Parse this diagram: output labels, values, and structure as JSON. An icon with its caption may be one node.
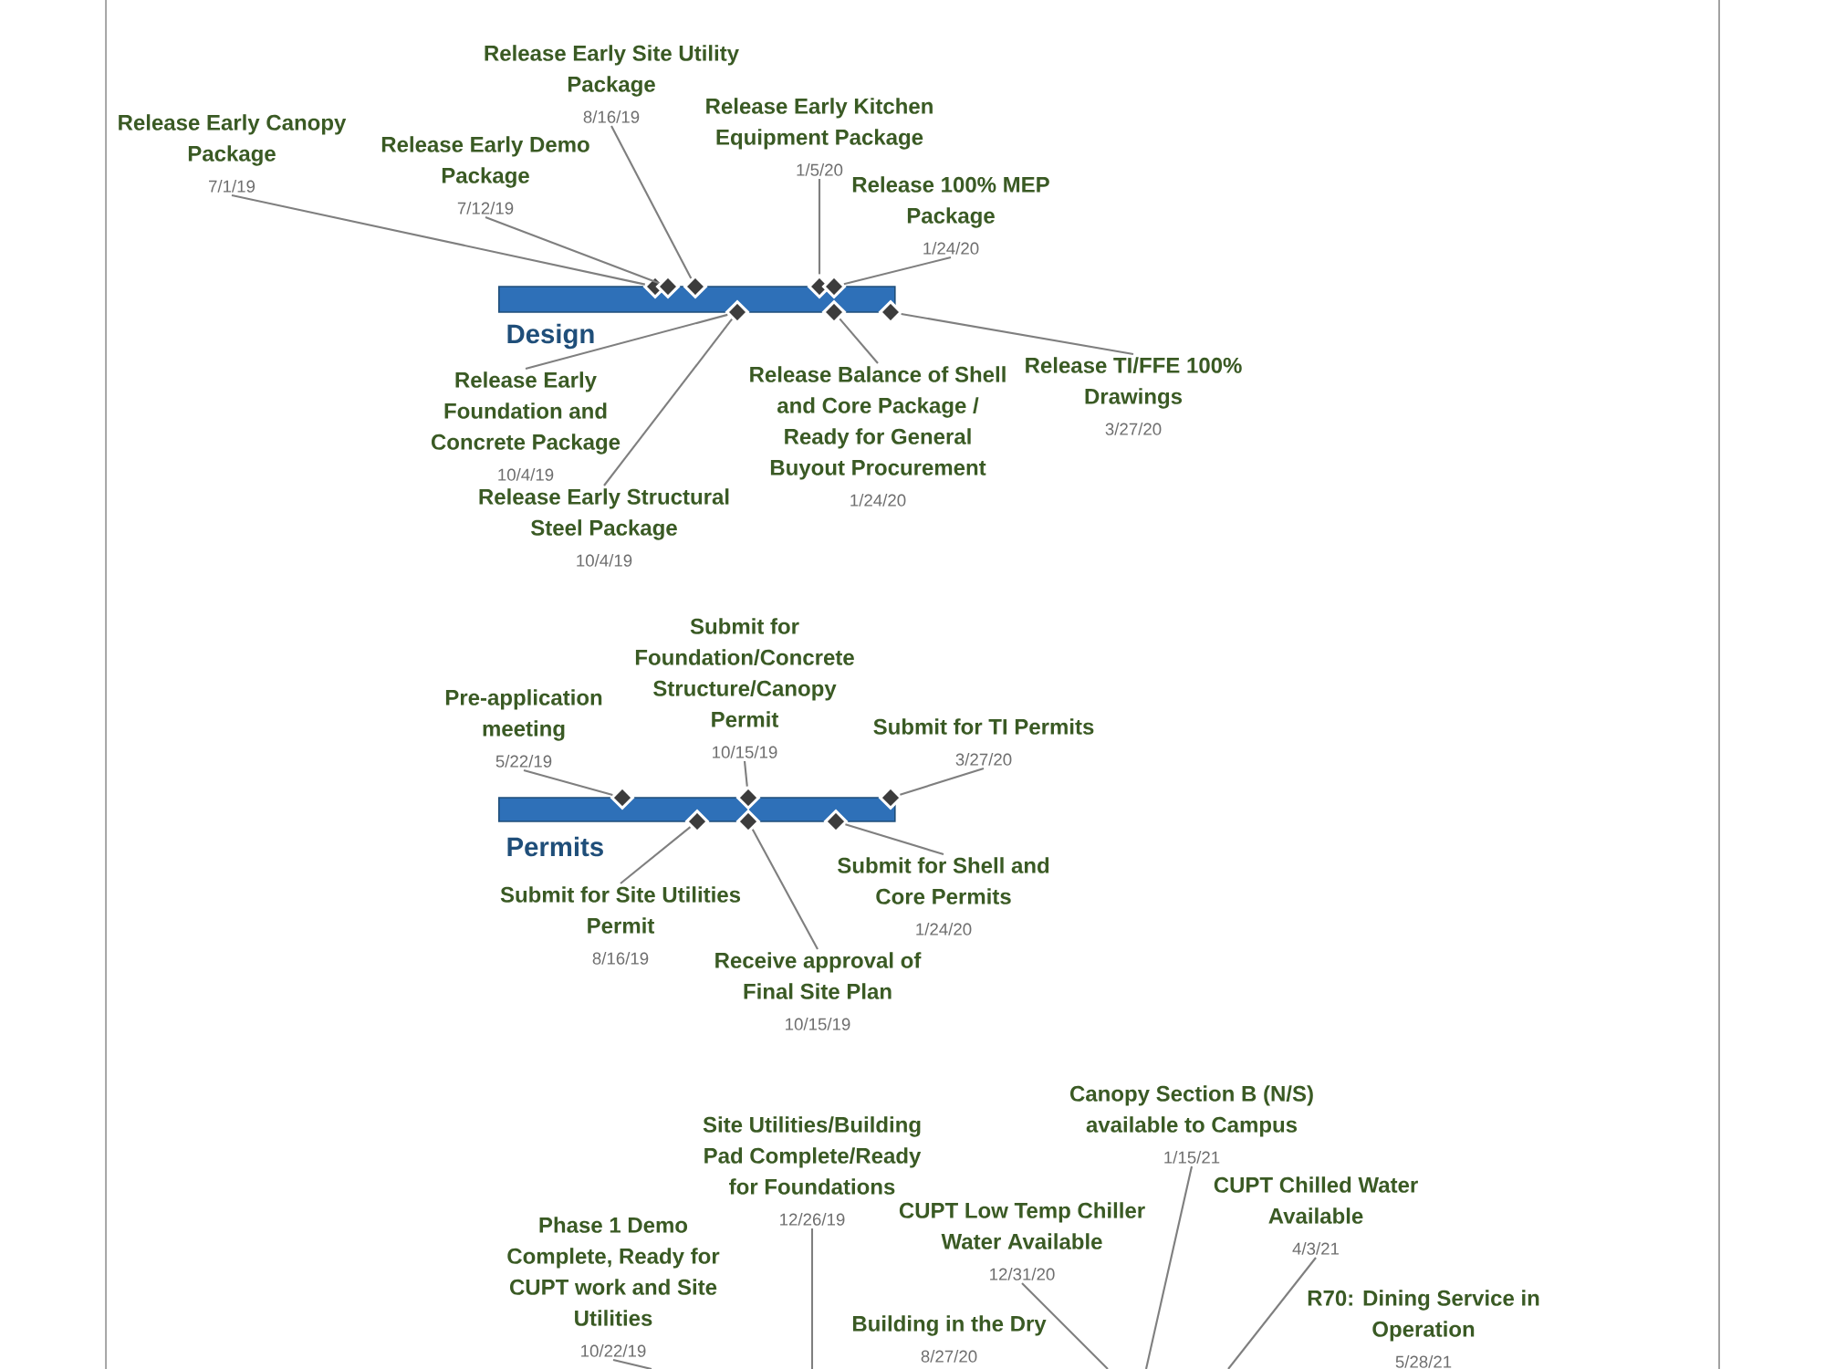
{
  "diagram": {
    "nodes": [
      {
        "text": [
          "Design"
        ]
      },
      {
        "text": [
          "Release Early Canopy Package",
          "7/1/19"
        ]
      },
      {
        "text": [
          "Release Early Site Utility Package",
          "8/16/19"
        ]
      },
      {
        "text": [
          "Release Early Demo Package",
          "7/12/19"
        ]
      },
      {
        "text": [
          "Release Early Kitchen Equipment Package",
          "1/5/20"
        ]
      },
      {
        "text": [
          "Release 100% MEP Package",
          "1/24/20"
        ]
      },
      {
        "text": [
          "Release Early Foundation and Concrete Package",
          "10/4/19"
        ]
      },
      {
        "text": [
          "Release Early Structural Steel Package",
          "10/4/19"
        ]
      },
      {
        "text": [
          "Release Balance of Shell and Core Package / Ready for General Buyout Procurement",
          "1/24/20"
        ]
      },
      {
        "text": [
          "Release TI/FFE 100% Drawings",
          "3/27/20"
        ]
      },
      {
        "text": [],
        "shape": "diamond"
      },
      {
        "text": [],
        "shape": "diamond"
      },
      {
        "text": [],
        "shape": "diamond"
      },
      {
        "text": [],
        "shape": "diamond"
      },
      {
        "text": [],
        "shape": "diamond"
      },
      {
        "text": [],
        "shape": "diamond"
      },
      {
        "text": [],
        "shape": "diamond"
      },
      {
        "text": [],
        "shape": "diamond"
      },
      {
        "text": [
          "Permits"
        ]
      },
      {
        "text": [
          "Pre-application meeting",
          "5/22/19"
        ]
      },
      {
        "text": [
          "Submit for Foundation/Concrete Structure/Canopy Permit",
          "10/15/19"
        ]
      },
      {
        "text": [
          "Submit for TI Permits",
          "3/27/20"
        ]
      },
      {
        "text": [
          "Submit for Site Utilities Permit",
          "8/16/19"
        ]
      },
      {
        "text": [
          "Receive approval of Final Site Plan",
          "10/15/19"
        ]
      },
      {
        "text": [
          "Submit for Shell and Core Permits",
          "1/24/20"
        ]
      },
      {
        "text": [],
        "shape": "diamond"
      },
      {
        "text": [],
        "shape": "diamond"
      },
      {
        "text": [],
        "shape": "diamond"
      },
      {
        "text": [],
        "shape": "diamond"
      },
      {
        "text": [],
        "shape": "diamond"
      },
      {
        "text": [],
        "shape": "diamond"
      },
      {
        "text": [
          "Phase 1 Demo Complete, Ready for CUPT work and Site Utilities",
          "10/22/19"
        ]
      },
      {
        "text": [
          "Site Utilities/Building Pad Complete/Ready for Foundations",
          "12/26/19"
        ]
      },
      {
        "text": [
          "Building in the Dry",
          "8/27/20"
        ]
      },
      {
        "text": [
          "CUPT Low Temp Chiller Water Available",
          "12/31/20"
        ]
      },
      {
        "text": [
          "Canopy Section B (N/S) available to Campus",
          "1/15/21"
        ]
      },
      {
        "text": [
          "CUPT Chilled Water Available",
          "4/3/21"
        ]
      },
      {
        "text": [
          "R70: Dining Service in Operation",
          "5/28/21"
        ]
      }
    ],
    "edges": [
      {
        "from": 1,
        "to": 10,
        "arrow": "none"
      },
      {
        "from": 2,
        "to": 12,
        "arrow": "none"
      },
      {
        "from": 3,
        "to": 11,
        "arrow": "none"
      },
      {
        "from": 4,
        "to": 14,
        "arrow": "none"
      },
      {
        "from": 5,
        "to": 15,
        "arrow": "none"
      },
      {
        "from": 6,
        "to": 13,
        "arrow": "none"
      },
      {
        "from": 7,
        "to": 13,
        "arrow": "none"
      },
      {
        "from": 8,
        "to": 16,
        "arrow": "none"
      },
      {
        "from": 9,
        "to": 17,
        "arrow": "none"
      },
      {
        "from": 19,
        "to": 25,
        "arrow": "none"
      },
      {
        "from": 20,
        "to": 27,
        "arrow": "none"
      },
      {
        "from": 21,
        "to": 30,
        "arrow": "none"
      },
      {
        "from": 22,
        "to": 26,
        "arrow": "none"
      },
      {
        "from": 23,
        "to": 28,
        "arrow": "none"
      },
      {
        "from": 24,
        "to": 29,
        "arrow": "none"
      },
      {
        "from": 31,
        "to": null,
        "arrow": "none"
      },
      {
        "from": 32,
        "to": null,
        "arrow": "none"
      },
      {
        "from": 34,
        "to": null,
        "arrow": "none"
      },
      {
        "from": 35,
        "to": null,
        "arrow": "none"
      },
      {
        "from": 36,
        "to": null,
        "arrow": "none"
      }
    ]
  }
}
